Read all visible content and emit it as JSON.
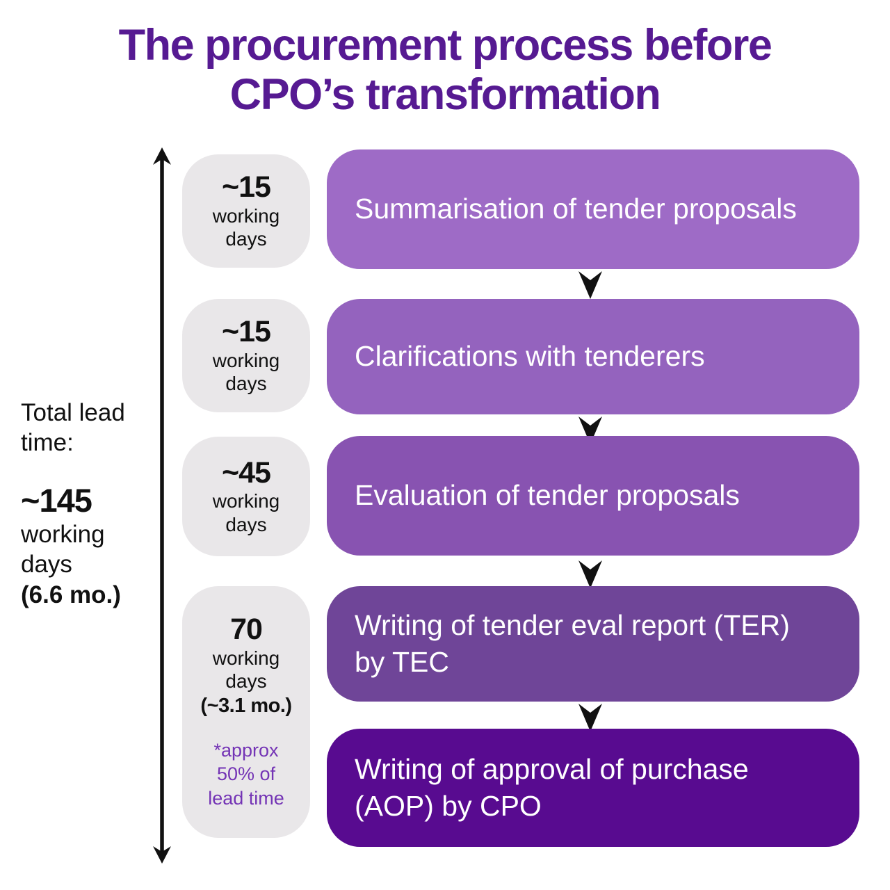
{
  "title": "The procurement process before\nCPO’s transformation",
  "total_lead_time": {
    "label": "Total lead time:",
    "value": "~145",
    "unit": "working days",
    "months": "(6.6 mo.)"
  },
  "durations": [
    {
      "value": "~15",
      "unit": "working days"
    },
    {
      "value": "~15",
      "unit": "working days"
    },
    {
      "value": "~45",
      "unit": "working days"
    },
    {
      "value": "70",
      "unit": "working days",
      "months": "(~3.1 mo.)",
      "note": "*approx 50% of lead time"
    }
  ],
  "steps": [
    {
      "label": "Summarisation of tender proposals",
      "color": "#9e6bc6"
    },
    {
      "label": "Clarifications with tenderers",
      "color": "#9463be"
    },
    {
      "label": "Evaluation of tender proposals",
      "color": "#8853b1"
    },
    {
      "label": "Writing of tender eval report (TER) by TEC",
      "color": "#6f4598"
    },
    {
      "label": "Writing of approval of purchase (AOP) by CPO",
      "color": "#580b90"
    }
  ],
  "colors": {
    "title_text": "#561a92",
    "duration_box_bg": "#e9e7e9",
    "note_text": "#7434b5",
    "arrow": "#111111",
    "step_text": "#ffffff"
  }
}
